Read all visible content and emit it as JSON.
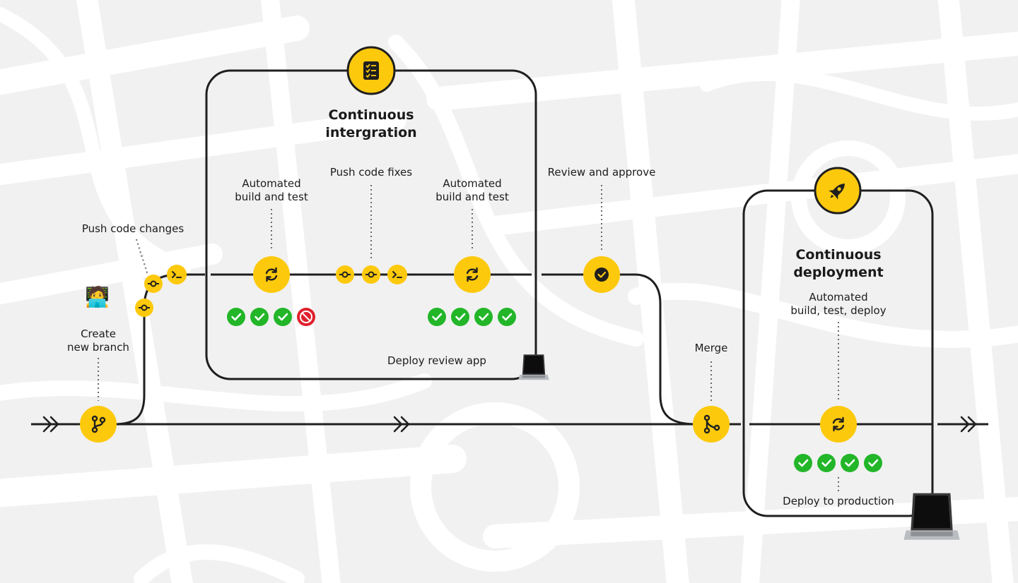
{
  "colors": {
    "accent": "#fdc90c",
    "line": "#1f1f1f",
    "check": "#22b628",
    "fail": "#e0202c",
    "background": "#f1f1f1"
  },
  "ci": {
    "title_line1": "Continuous",
    "title_line2": "intergration",
    "icon": "checklist-icon"
  },
  "cd": {
    "title_line1": "Continuous",
    "title_line2": "deployment",
    "icon": "rocket-icon"
  },
  "labels": {
    "push_changes": "Push code changes",
    "create_branch_1": "Create",
    "create_branch_2": "new branch",
    "auto_build_1a": "Automated",
    "auto_build_1b": "build and test",
    "push_fixes": "Push code fixes",
    "auto_build_2a": "Automated",
    "auto_build_2b": "build and test",
    "review": "Review and approve",
    "deploy_review": "Deploy review app",
    "merge": "Merge",
    "cd_auto_a": "Automated",
    "cd_auto_b": "build, test, deploy",
    "deploy_prod": "Deploy to production"
  },
  "status": {
    "first_build": [
      "pass",
      "pass",
      "pass",
      "fail"
    ],
    "second_build": [
      "pass",
      "pass",
      "pass",
      "pass"
    ],
    "deploy": [
      "pass",
      "pass",
      "pass",
      "pass"
    ]
  },
  "emoji": {
    "developer": "🧑‍💻"
  }
}
